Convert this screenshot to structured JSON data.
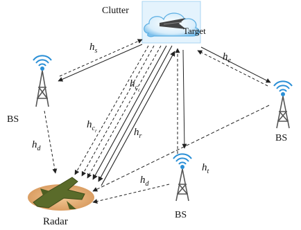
{
  "labels": {
    "clutter": "Clutter",
    "target": "Target",
    "radar": "Radar",
    "bs_left": "BS",
    "bs_right": "BS",
    "bs_bottom": "BS"
  },
  "channels": {
    "h_s": {
      "base": "h",
      "sub": "s"
    },
    "h_e": {
      "base": "h",
      "sub": "e"
    },
    "h_cr": {
      "base": "h",
      "sub": "c",
      "subsub": "r"
    },
    "h_cc": {
      "base": "h",
      "sub": "c",
      "subsub": "c"
    },
    "h_r": {
      "base": "h",
      "sub": "r"
    },
    "h_d_left": {
      "base": "h",
      "sub": "d"
    },
    "h_d_bottom": {
      "base": "h",
      "sub": "d"
    },
    "h_t": {
      "base": "h",
      "sub": "t"
    }
  },
  "colors": {
    "line": "#222222",
    "cloud_blue": "#6fb8e8",
    "tower_gray": "#555555",
    "signal_blue": "#2a8fd6",
    "radar_disk": "#e8b27a"
  }
}
